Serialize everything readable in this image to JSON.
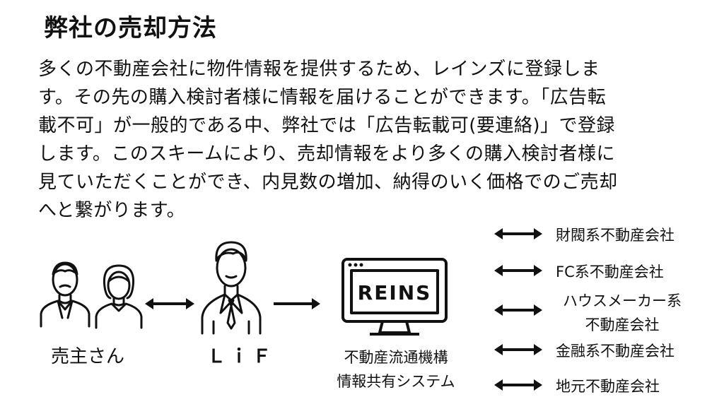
{
  "title": "弊社の売却方法",
  "paragraph_lines": [
    "多くの不動産会社に物件情報を提供するため、レインズに登録しま",
    "す。その先の購入検討者様に情報を届けることができます。「広告転",
    "載不可」が一般的である中、弊社では「広告転載可(要連絡)」で登録",
    "します。このスキームにより、売却情報をより多くの購入検討者様に",
    "見ていただくことができ、内見数の増加、納得のいく価格でのご売却",
    "へと繋がります。"
  ],
  "nodes": {
    "seller": "売主さん",
    "lif": "ＬｉＦ",
    "reins_screen": "REINS",
    "reins_caption_line1": "不動産流通機構",
    "reins_caption_line2": "情報共有システム"
  },
  "targets": [
    {
      "line1": "財閥系不動産会社"
    },
    {
      "line1": "FC系不動産会社"
    },
    {
      "line1": "ハウスメーカー系",
      "line2": "不動産会社"
    },
    {
      "line1": "金融系不動産会社"
    },
    {
      "line1": "地元不動産会社"
    }
  ],
  "icons": [
    "seller-man-icon",
    "seller-woman-icon",
    "agent-businessman-icon",
    "monitor-icon"
  ],
  "colors": {
    "ink": "#111111",
    "background": "#ffffff"
  }
}
